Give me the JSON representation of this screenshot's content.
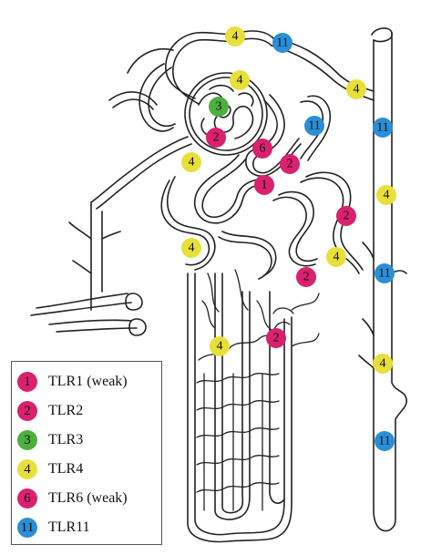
{
  "colors": {
    "tlr1": "#d9216e",
    "tlr2": "#d9216e",
    "tlr3": "#4caf3f",
    "tlr4": "#e8e03a",
    "tlr6": "#d9216e",
    "tlr11": "#2a8fd6",
    "line": "#222222"
  },
  "legend": [
    {
      "key": "tlr1",
      "num": "1",
      "label": "TLR1 (weak)"
    },
    {
      "key": "tlr2",
      "num": "2",
      "label": "TLR2"
    },
    {
      "key": "tlr3",
      "num": "3",
      "label": "TLR3"
    },
    {
      "key": "tlr4",
      "num": "4",
      "label": "TLR4"
    },
    {
      "key": "tlr6",
      "num": "6",
      "label": "TLR6 (weak)"
    },
    {
      "key": "tlr11",
      "num": "11",
      "label": "TLR11"
    }
  ],
  "markers": [
    {
      "num": "4",
      "key": "tlr4"
    },
    {
      "num": "11",
      "key": "tlr11"
    },
    {
      "num": "4",
      "key": "tlr4"
    },
    {
      "num": "3",
      "key": "tlr3"
    },
    {
      "num": "2",
      "key": "tlr2"
    },
    {
      "num": "11",
      "key": "tlr11"
    },
    {
      "num": "6",
      "key": "tlr6"
    },
    {
      "num": "2",
      "key": "tlr2"
    },
    {
      "num": "1",
      "key": "tlr1"
    },
    {
      "num": "4",
      "key": "tlr4"
    },
    {
      "num": "2",
      "key": "tlr2"
    },
    {
      "num": "4",
      "key": "tlr4"
    },
    {
      "num": "4",
      "key": "tlr4"
    },
    {
      "num": "2",
      "key": "tlr2"
    },
    {
      "num": "4",
      "key": "tlr4"
    },
    {
      "num": "2",
      "key": "tlr2"
    },
    {
      "num": "4",
      "key": "tlr4"
    },
    {
      "num": "11",
      "key": "tlr11"
    },
    {
      "num": "4",
      "key": "tlr4"
    },
    {
      "num": "11",
      "key": "tlr11"
    },
    {
      "num": "4",
      "key": "tlr4"
    },
    {
      "num": "11",
      "key": "tlr11"
    }
  ]
}
